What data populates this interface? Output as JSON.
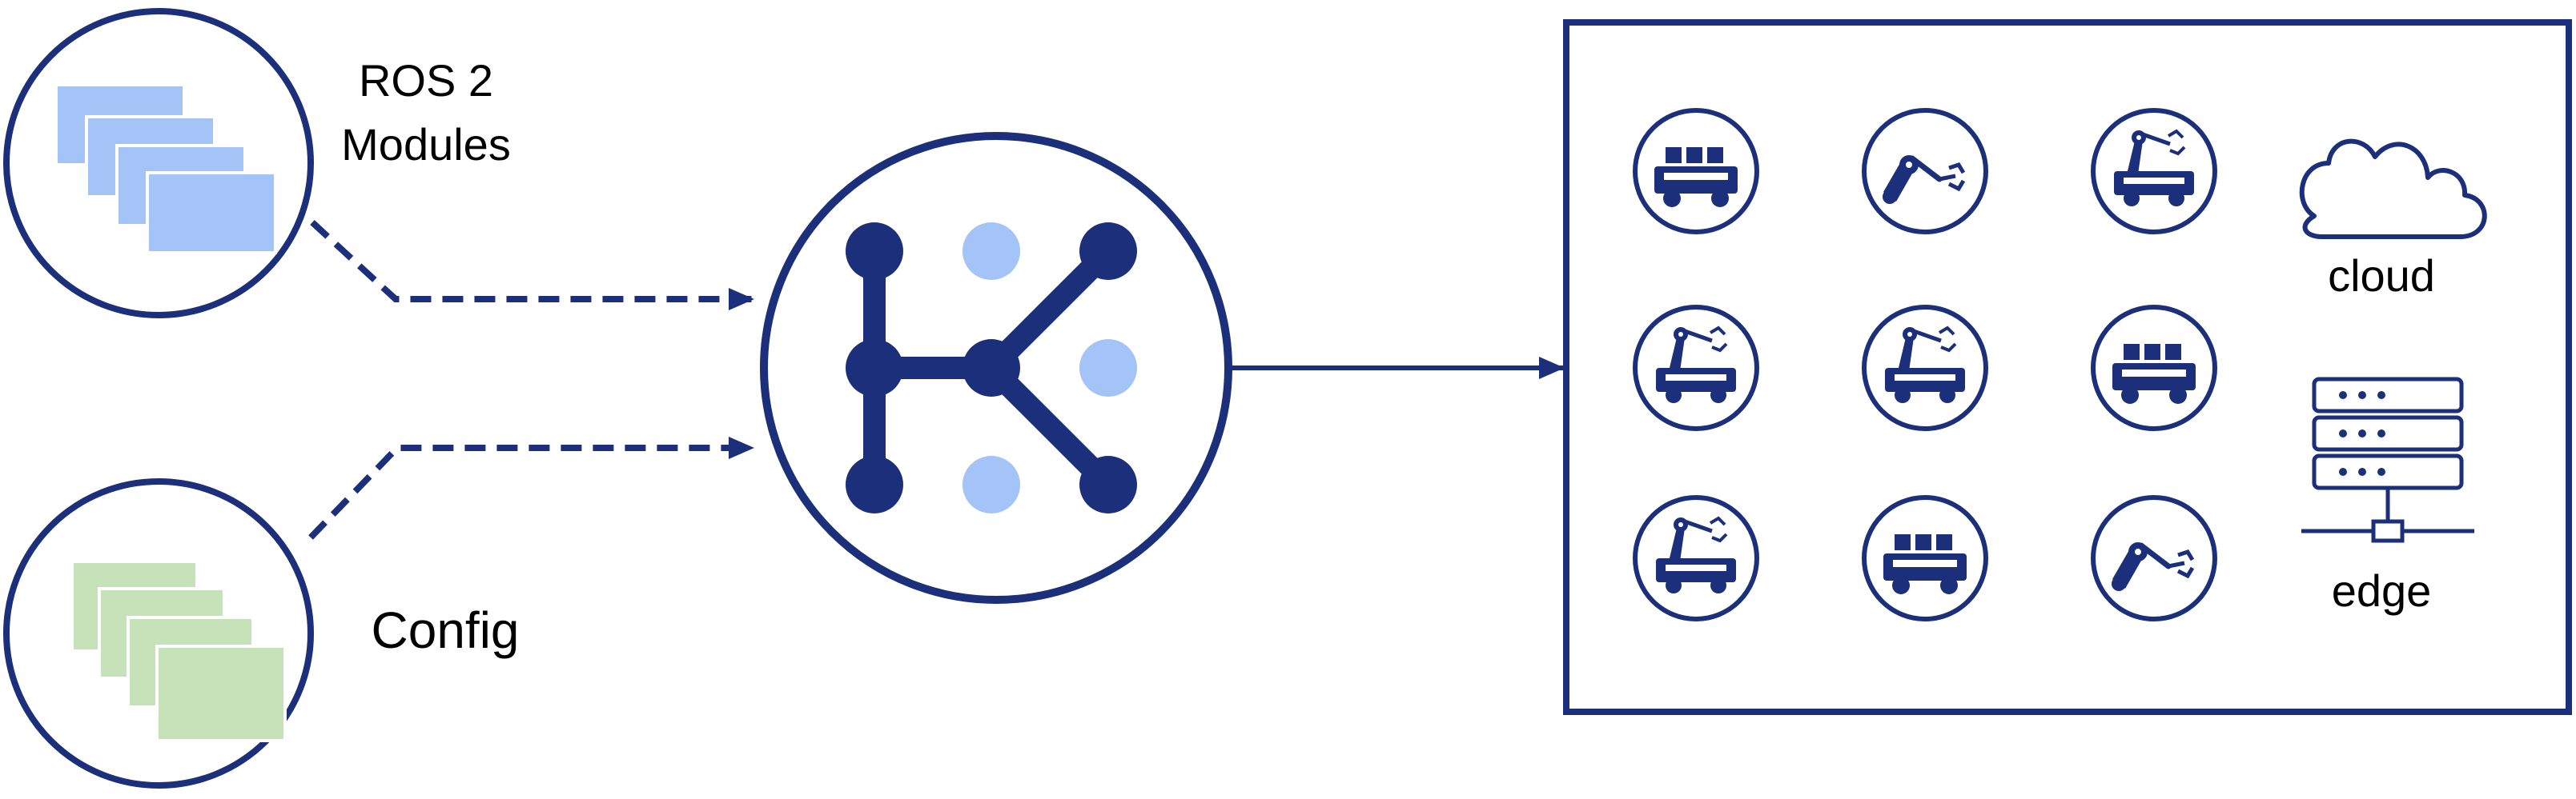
{
  "colors": {
    "navy": "#1c2f7a",
    "light_blue": "#a4c3f7",
    "light_green": "#c6e2b9",
    "background": "#ffffff"
  },
  "inputs": {
    "modules": {
      "line1": "ROS 2",
      "line2": "Modules",
      "icon": "stacked-documents-icon"
    },
    "config": {
      "label": "Config",
      "icon": "stacked-documents-icon"
    }
  },
  "hub": {
    "icon": "graph-network-icon"
  },
  "targets": {
    "robots": [
      [
        "mobile-cart-robot",
        "robot-arm",
        "mobile-manipulator"
      ],
      [
        "mobile-manipulator",
        "mobile-manipulator",
        "mobile-cart-robot"
      ],
      [
        "mobile-manipulator",
        "mobile-cart-robot",
        "robot-arm"
      ]
    ],
    "cloud": {
      "label": "cloud",
      "icon": "cloud-icon"
    },
    "edge": {
      "label": "edge",
      "icon": "server-rack-icon"
    }
  }
}
